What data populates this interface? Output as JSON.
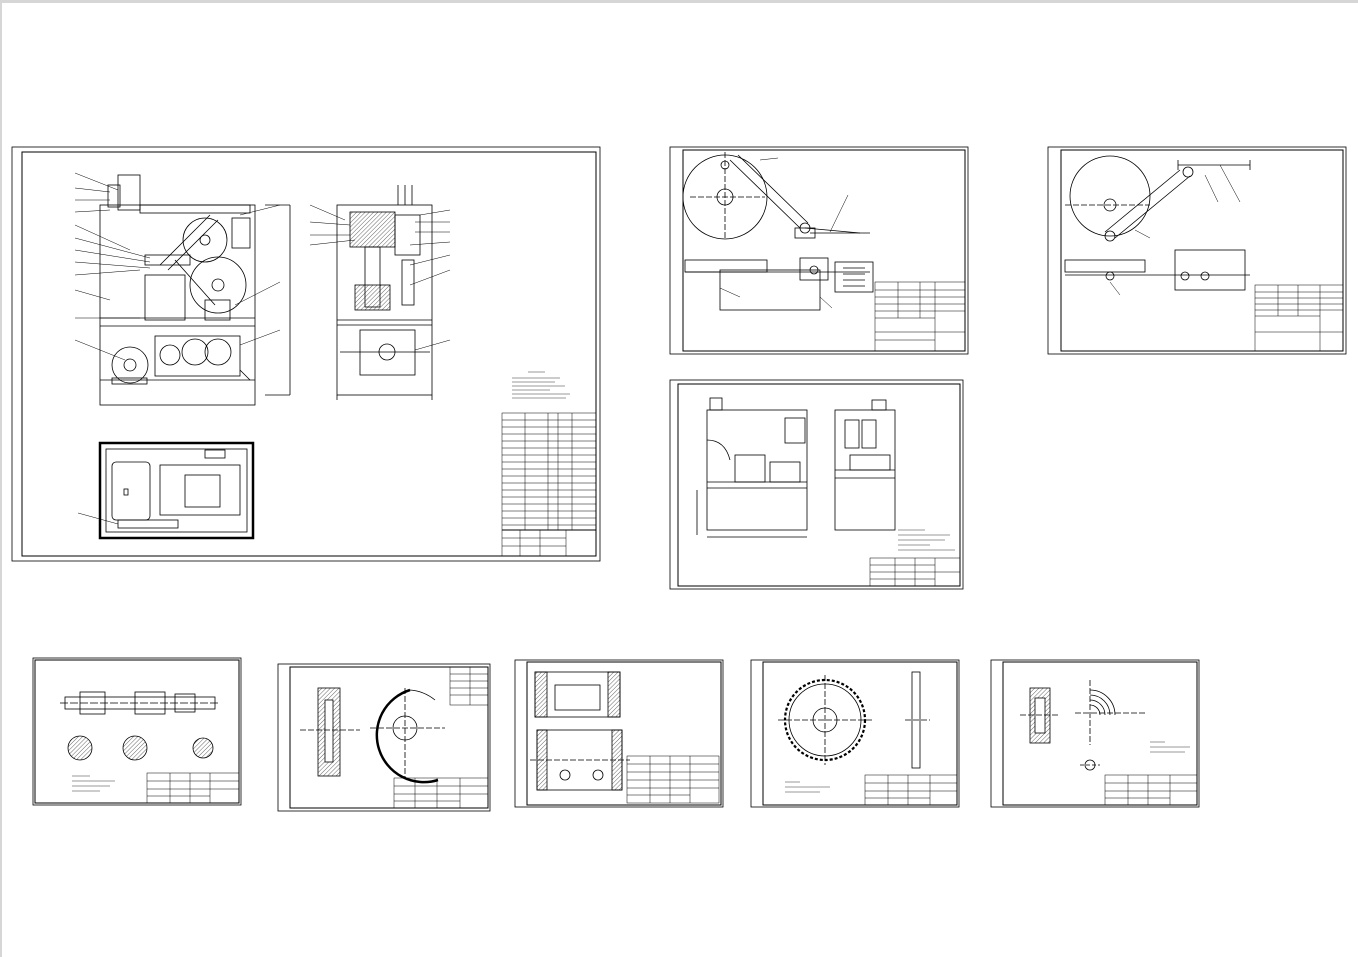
{
  "page": {
    "title": ""
  },
  "sheets": [
    {
      "id": "assembly",
      "label": ""
    },
    {
      "id": "crank-rocker-a",
      "label": ""
    },
    {
      "id": "crank-rocker-b",
      "label": ""
    },
    {
      "id": "frame",
      "label": ""
    },
    {
      "id": "shaft",
      "label": ""
    },
    {
      "id": "gear",
      "label": ""
    },
    {
      "id": "gearbox-housing",
      "label": ""
    },
    {
      "id": "sprocket",
      "label": ""
    },
    {
      "id": "pulley",
      "label": ""
    }
  ],
  "colors": {
    "background": "#ffffff",
    "line": "#000000",
    "canvas_edge": "#d6d6d6"
  },
  "tool": {
    "name": "cad-drawing-viewer"
  }
}
